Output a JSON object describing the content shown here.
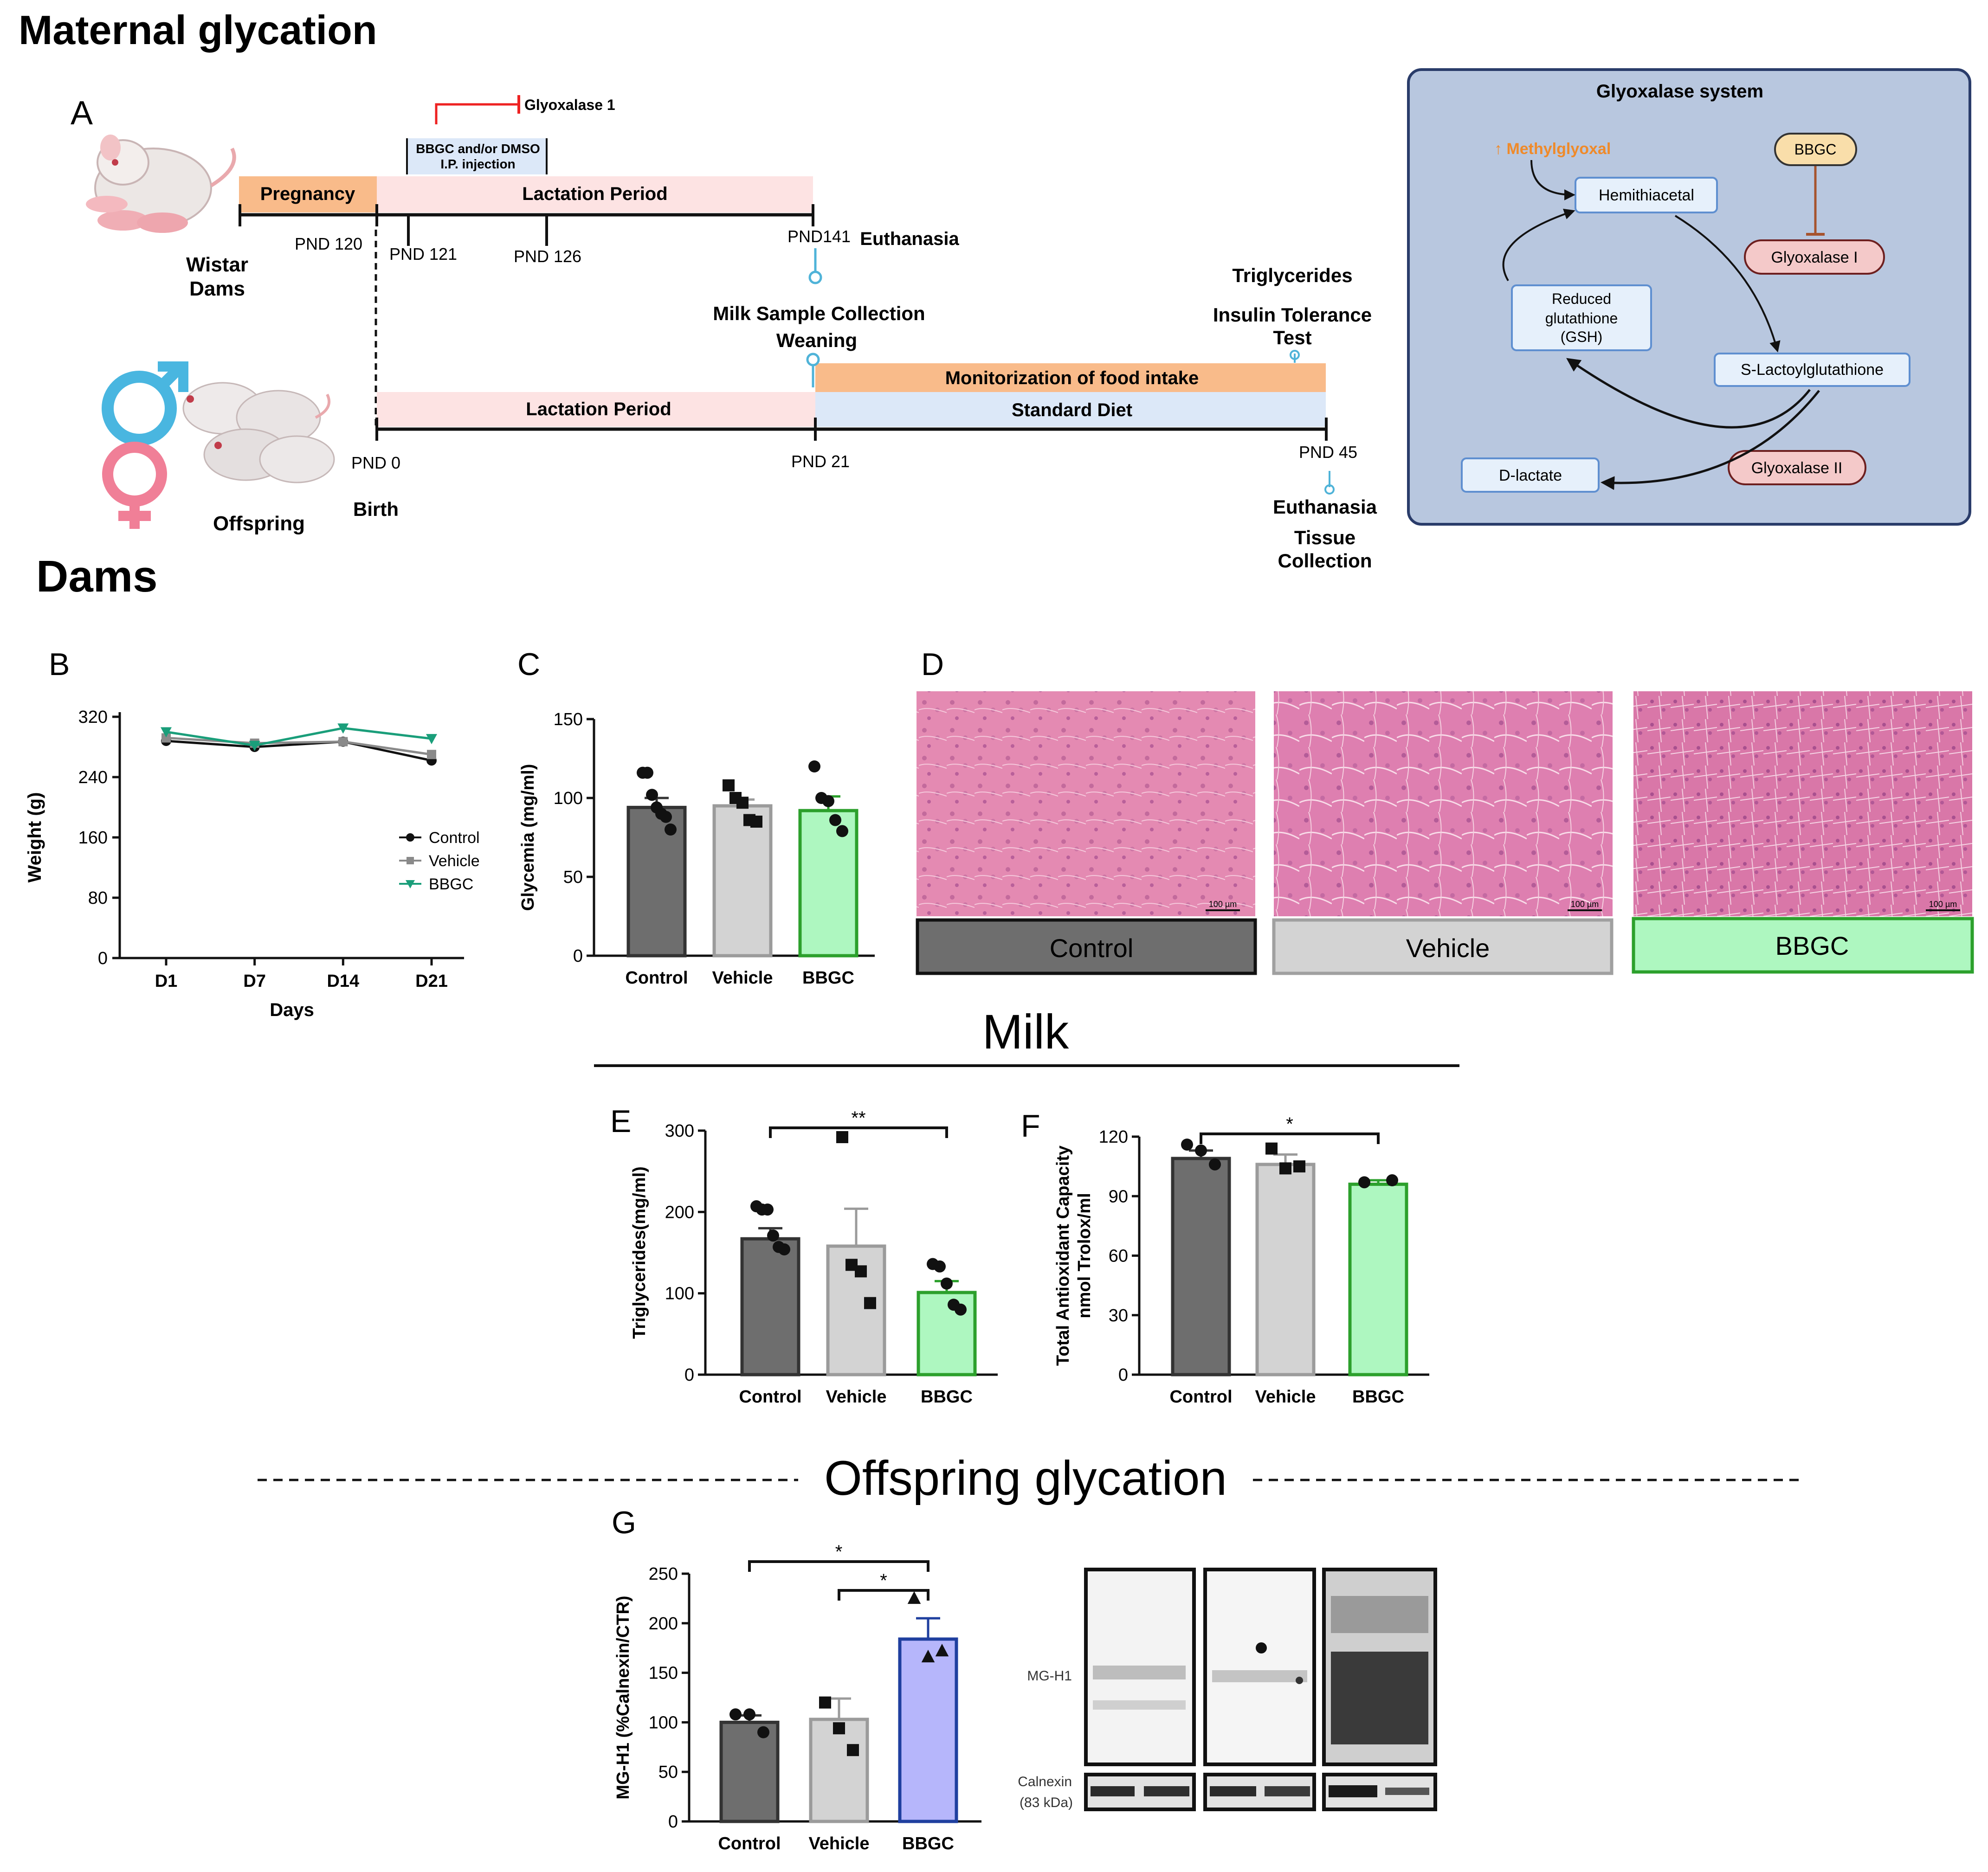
{
  "headings": {
    "maternal": "Maternal glycation",
    "dams": "Dams",
    "milk": "Milk",
    "offspring": "Offspring glycation"
  },
  "panel_letters": {
    "a": "A",
    "b": "B",
    "c": "C",
    "d": "D",
    "e": "E",
    "f": "F",
    "g": "G"
  },
  "timeline": {
    "glyoxalase_inhibit": "Glyoxalase 1",
    "injection_line1": "BBGC and/or DMSO",
    "injection_line2": "I.P. injection",
    "pregnancy": "Pregnancy",
    "lactation_dams": "Lactation Period",
    "pnd120": "PND 120",
    "pnd121": "PND 121",
    "pnd126": "PND 126",
    "pnd141": "PND141",
    "euthanasia_dams": "Euthanasia",
    "wistar_line1": "Wistar",
    "wistar_line2": "Dams",
    "milk_collection": "Milk Sample Collection",
    "weaning": "Weaning",
    "triglycerides": "Triglycerides",
    "itt_line1": "Insulin Tolerance",
    "itt_line2": "Test",
    "food_intake": "Monitorization of food intake",
    "lactation_offspring": "Lactation Period",
    "standard_diet": "Standard Diet",
    "pnd0": "PND 0",
    "pnd21": "PND 21",
    "pnd45": "PND 45",
    "birth": "Birth",
    "offspring": "Offspring",
    "euthanasia_off": "Euthanasia",
    "tissue_line1": "Tissue",
    "tissue_line2": "Collection"
  },
  "glyoxalase_box": {
    "title": "Glyoxalase system",
    "methylglyoxal": "↑ Methylglyoxal",
    "bbgc": "BBGC",
    "hemithiacetal": "Hemithiacetal",
    "glyoxalase1": "Glyoxalase I",
    "gsh_line1": "Reduced",
    "gsh_line2": "glutathione",
    "gsh_line3": "(GSH)",
    "lactoyl": "S-Lactoylglutathione",
    "dlactate": "D-lactate",
    "glyoxalase2": "Glyoxalase II"
  },
  "colors": {
    "control": "#6e6e6e",
    "vehicle": "#d3d3d3",
    "bbgc_green": "#aef7c0",
    "bbgc_green_edge": "#2ca02c",
    "bbgc_blue": "#b6b6fb",
    "bbgc_blue_edge": "#1f3f9f",
    "orange": "#f9bb8a",
    "pink": "#fde3e3",
    "lightblue": "#dce8f8",
    "boxbg": "#b8c7df"
  },
  "histology": {
    "labels": [
      "Control",
      "Vehicle",
      "BBGC"
    ],
    "scalebar": "100 µm"
  },
  "western": {
    "label_mg": "MG-H1",
    "label_cal_line1": "Calnexin",
    "label_cal_line2": "(83 kDa)"
  },
  "chart_data": [
    {
      "id": "B",
      "type": "line",
      "xlabel": "Days",
      "ylabel": "Weight (g)",
      "categories": [
        "D1",
        "D7",
        "D14",
        "D21"
      ],
      "ylim": [
        0,
        320
      ],
      "yticks": [
        0,
        80,
        160,
        240,
        320
      ],
      "legend_position": "right",
      "series": [
        {
          "name": "Control",
          "values": [
            288,
            280,
            287,
            262
          ]
        },
        {
          "name": "Vehicle",
          "values": [
            292,
            285,
            287,
            270
          ]
        },
        {
          "name": "BBGC",
          "values": [
            300,
            282,
            305,
            291
          ]
        }
      ]
    },
    {
      "id": "C",
      "type": "bar",
      "ylabel": "Glycemia (mg/ml)",
      "categories": [
        "Control",
        "Vehicle",
        "BBGC"
      ],
      "ylim": [
        0,
        150
      ],
      "yticks": [
        0,
        50,
        100,
        150
      ],
      "values": [
        94,
        95,
        92
      ],
      "errors": [
        6,
        4,
        9
      ],
      "points": [
        [
          116,
          116,
          102,
          94,
          90,
          88,
          80
        ],
        [
          108,
          100,
          97,
          86,
          85
        ],
        [
          120,
          100,
          98,
          86,
          79
        ]
      ]
    },
    {
      "id": "E",
      "type": "bar",
      "ylabel": "Triglycerides(mg/ml)",
      "categories": [
        "Control",
        "Vehicle",
        "BBGC"
      ],
      "ylim": [
        0,
        300
      ],
      "yticks": [
        0,
        100,
        200,
        300
      ],
      "values": [
        167,
        158,
        101
      ],
      "errors": [
        13,
        46,
        14
      ],
      "points": [
        [
          207,
          203,
          203,
          171,
          157,
          154
        ],
        [
          292,
          135,
          127,
          88
        ],
        [
          136,
          133,
          112,
          86,
          80
        ]
      ],
      "significance": [
        {
          "from": 0,
          "to": 2,
          "label": "**"
        }
      ]
    },
    {
      "id": "F",
      "type": "bar",
      "ylabel": "Total Antioxidant Capacity nmol Trolox/ml",
      "categories": [
        "Control",
        "Vehicle",
        "BBGC"
      ],
      "ylim": [
        0,
        120
      ],
      "yticks": [
        0,
        30,
        60,
        90,
        120
      ],
      "values": [
        109,
        106,
        96
      ],
      "errors": [
        4,
        5,
        2
      ],
      "points": [
        [
          116,
          113,
          106
        ],
        [
          114,
          104,
          105
        ],
        [
          97,
          98
        ]
      ],
      "significance": [
        {
          "from": 0,
          "to": 2,
          "label": "*"
        }
      ]
    },
    {
      "id": "G",
      "type": "bar",
      "ylabel": "MG-H1 (%Calnexin/CTR)",
      "categories": [
        "Control",
        "Vehicle",
        "BBGC"
      ],
      "ylim": [
        0,
        250
      ],
      "yticks": [
        0,
        50,
        100,
        150,
        200,
        250
      ],
      "values": [
        100,
        103,
        184
      ],
      "errors": [
        7,
        21,
        21
      ],
      "points": [
        [
          108,
          108,
          90
        ],
        [
          120,
          94,
          72
        ],
        [
          225,
          166,
          172
        ]
      ],
      "significance": [
        {
          "from": 0,
          "to": 2,
          "label": "*"
        },
        {
          "from": 1,
          "to": 2,
          "label": "*"
        }
      ]
    }
  ]
}
